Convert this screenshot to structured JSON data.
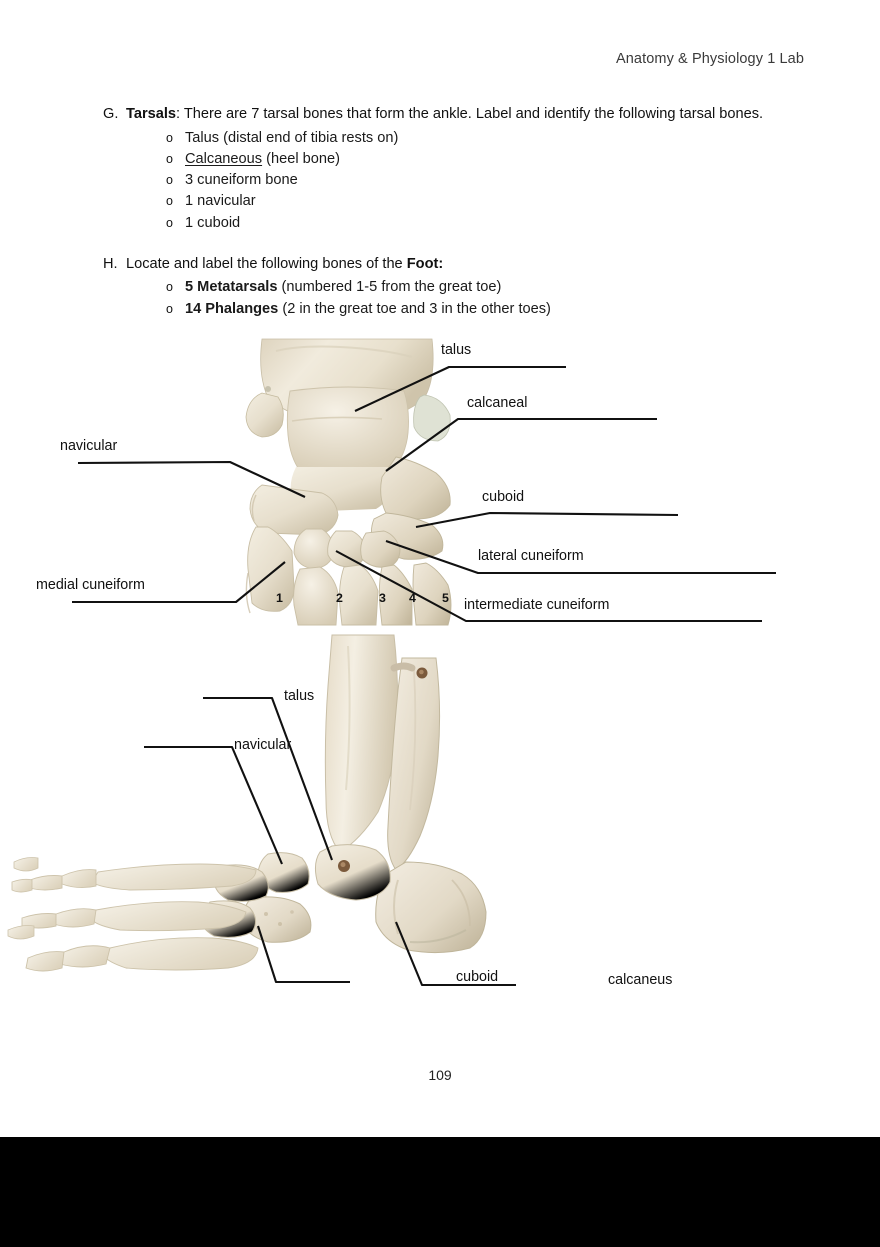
{
  "header": {
    "title": "Anatomy & Physiology 1 Lab"
  },
  "sections": [
    {
      "letter": "G.",
      "title": "Tarsals",
      "body": ":  There are 7 tarsal bones that form the ankle. Label and identify the following tarsal bones.",
      "bullets": [
        {
          "bold": "",
          "underline": "",
          "text": "Talus (distal end of tibia rests on)"
        },
        {
          "bold": "",
          "underline": "Calcaneous",
          "text": " (heel bone)"
        },
        {
          "bold": "",
          "underline": "",
          "text": "3 cuneiform bone"
        },
        {
          "bold": "",
          "underline": "",
          "text": "1 navicular"
        },
        {
          "bold": "",
          "underline": "",
          "text": "1 cuboid"
        }
      ]
    },
    {
      "letter": "H.",
      "title": "",
      "body": "Locate and label the following bones of the ",
      "body_bold": "Foot:",
      "bullets": [
        {
          "bold": "5 Metatarsals",
          "underline": "",
          "text": " (numbered 1-5 from the great toe)"
        },
        {
          "bold": "14 Phalanges",
          "underline": "",
          "text": " (2 in the great toe and 3 in the other toes)"
        }
      ]
    }
  ],
  "figure1": {
    "caption_view": "superior/anterior view of ankle and foot bones",
    "labels": {
      "navicular": "navicular",
      "medial_cuneiform": "medial cuneiform",
      "talus": "talus",
      "calcaneal": "calcaneal",
      "cuboid": "cuboid",
      "lateral_cuneiform": "lateral cuneiform",
      "intermediate_cuneiform": "intermediate cuneiform"
    },
    "metatarsal_numbers": [
      "1",
      "2",
      "3",
      "4",
      "5"
    ]
  },
  "figure2": {
    "caption_view": "lateral view of foot with tibia and fibula",
    "labels": {
      "talus": "talus",
      "navicular": "navicular",
      "cuboid": "cuboid",
      "calcaneus": "calcaneus"
    }
  },
  "footer": {
    "page_number": "109"
  },
  "colors": {
    "bone_light": "#f2ece0",
    "bone_mid": "#e4dbc9",
    "bone_shadow": "#cfc5ae",
    "bone_dark": "#b9ae96",
    "leader_line": "#111111",
    "band": "#000000"
  }
}
